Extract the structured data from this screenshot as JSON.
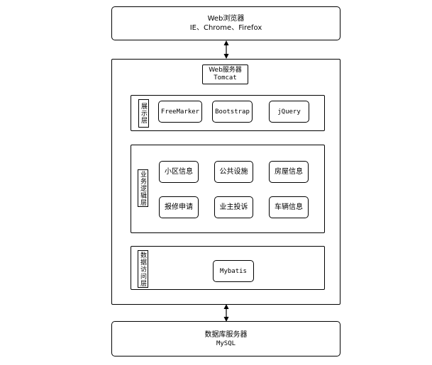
{
  "diagram": {
    "browser": {
      "title": "Web浏览器",
      "subtitle": "IE、Chrome、Firefox"
    },
    "web_server": {
      "title": "Web服务器",
      "subtitle": "Tomcat"
    },
    "presentation_layer": {
      "label": "展示层",
      "items": [
        "FreeMarker",
        "Bootstrap",
        "jQuery"
      ]
    },
    "business_layer": {
      "label": "业务逻辑层",
      "items": [
        "小区信息",
        "公共设施",
        "房屋信息",
        "报修申请",
        "业主投诉",
        "车辆信息"
      ]
    },
    "data_access_layer": {
      "label": "数据访问层",
      "items": [
        "Mybatis"
      ]
    },
    "database": {
      "title": "数据库服务器",
      "subtitle": "MySQL"
    },
    "colors": {
      "line": "#000000",
      "background": "#ffffff",
      "text": "#000000"
    }
  }
}
